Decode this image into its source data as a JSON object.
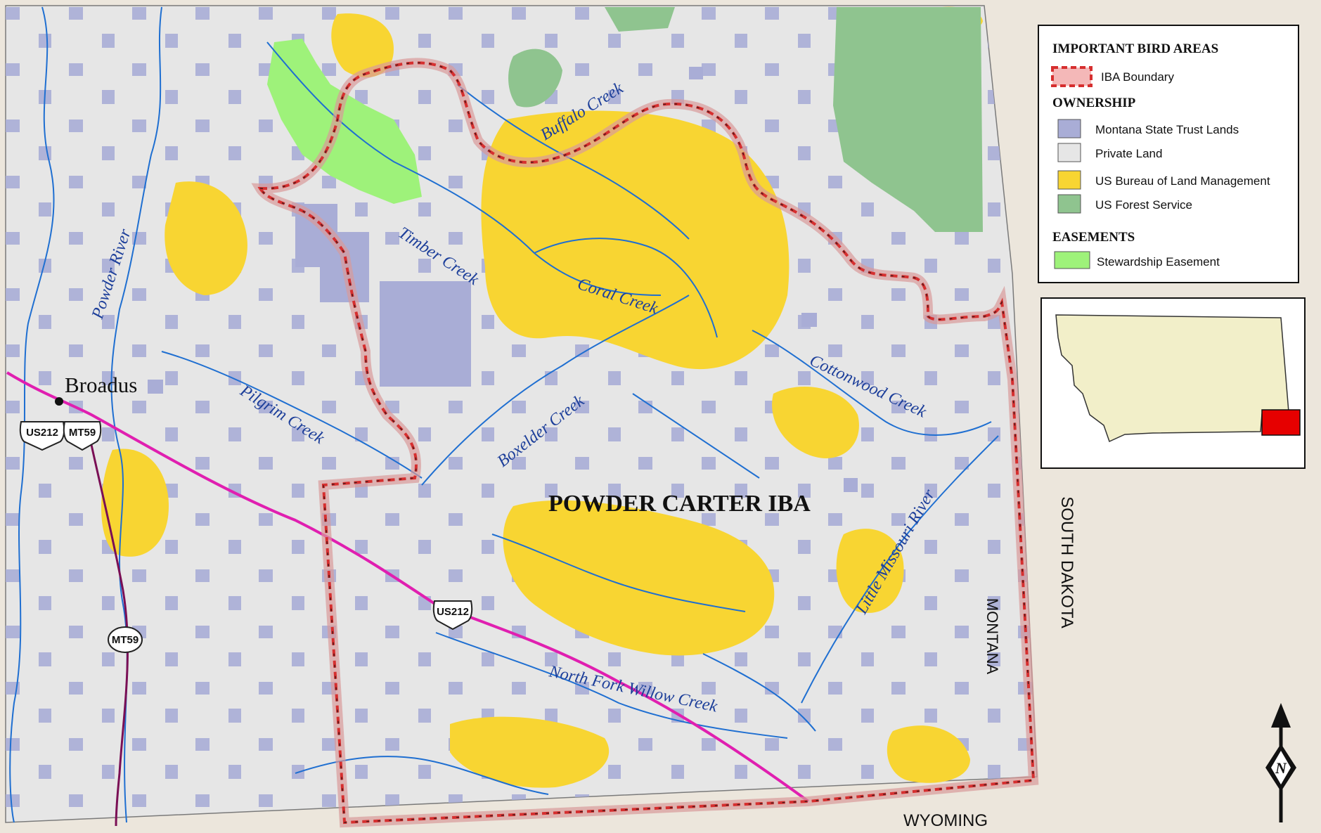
{
  "map": {
    "title": "POWDER CARTER IBA",
    "town": "Broadus",
    "states": {
      "south_dakota": "SOUTH DAKOTA",
      "montana": "MONTANA",
      "wyoming": "WYOMING"
    },
    "shields": {
      "us212_west": "US212",
      "mt59_west": "MT59",
      "us212_center": "US212",
      "mt59_south": "MT59"
    },
    "streams": {
      "powder_river": "Powder River",
      "buffalo_creek": "Buffalo Creek",
      "timber_creek": "Timber Creek",
      "coral_creek": "Coral Creek",
      "pilgrim_creek": "Pilgrim Creek",
      "boxelder_creek": "Boxelder Creek",
      "cottonwood_creek": "Cottonwood Creek",
      "little_missouri_river": "Little Missouri River",
      "north_fork_willow_creek": "North Fork Willow Creek"
    },
    "north_label": "N"
  },
  "legend": {
    "section_iba": "IMPORTANT BIRD AREAS",
    "iba_boundary": "IBA Boundary",
    "section_ownership": "OWNERSHIP",
    "state_trust": "Montana State Trust Lands",
    "private_land": "Private Land",
    "blm": "US Bureau of Land Management",
    "forest_service": "US Forest Service",
    "section_easements": "EASEMENTS",
    "stewardship": "Stewardship Easement"
  },
  "colors": {
    "state_trust": "#a9add6",
    "private_land": "#e6e6e6",
    "blm": "#f8d532",
    "forest_service": "#8fc48f",
    "stewardship": "#9ef27a",
    "iba_boundary": "#d62f2f",
    "water": "#1f6fd1",
    "highway": "#e01fb0",
    "locator_highlight": "#e60000",
    "locator_state": "#f2efc9"
  }
}
